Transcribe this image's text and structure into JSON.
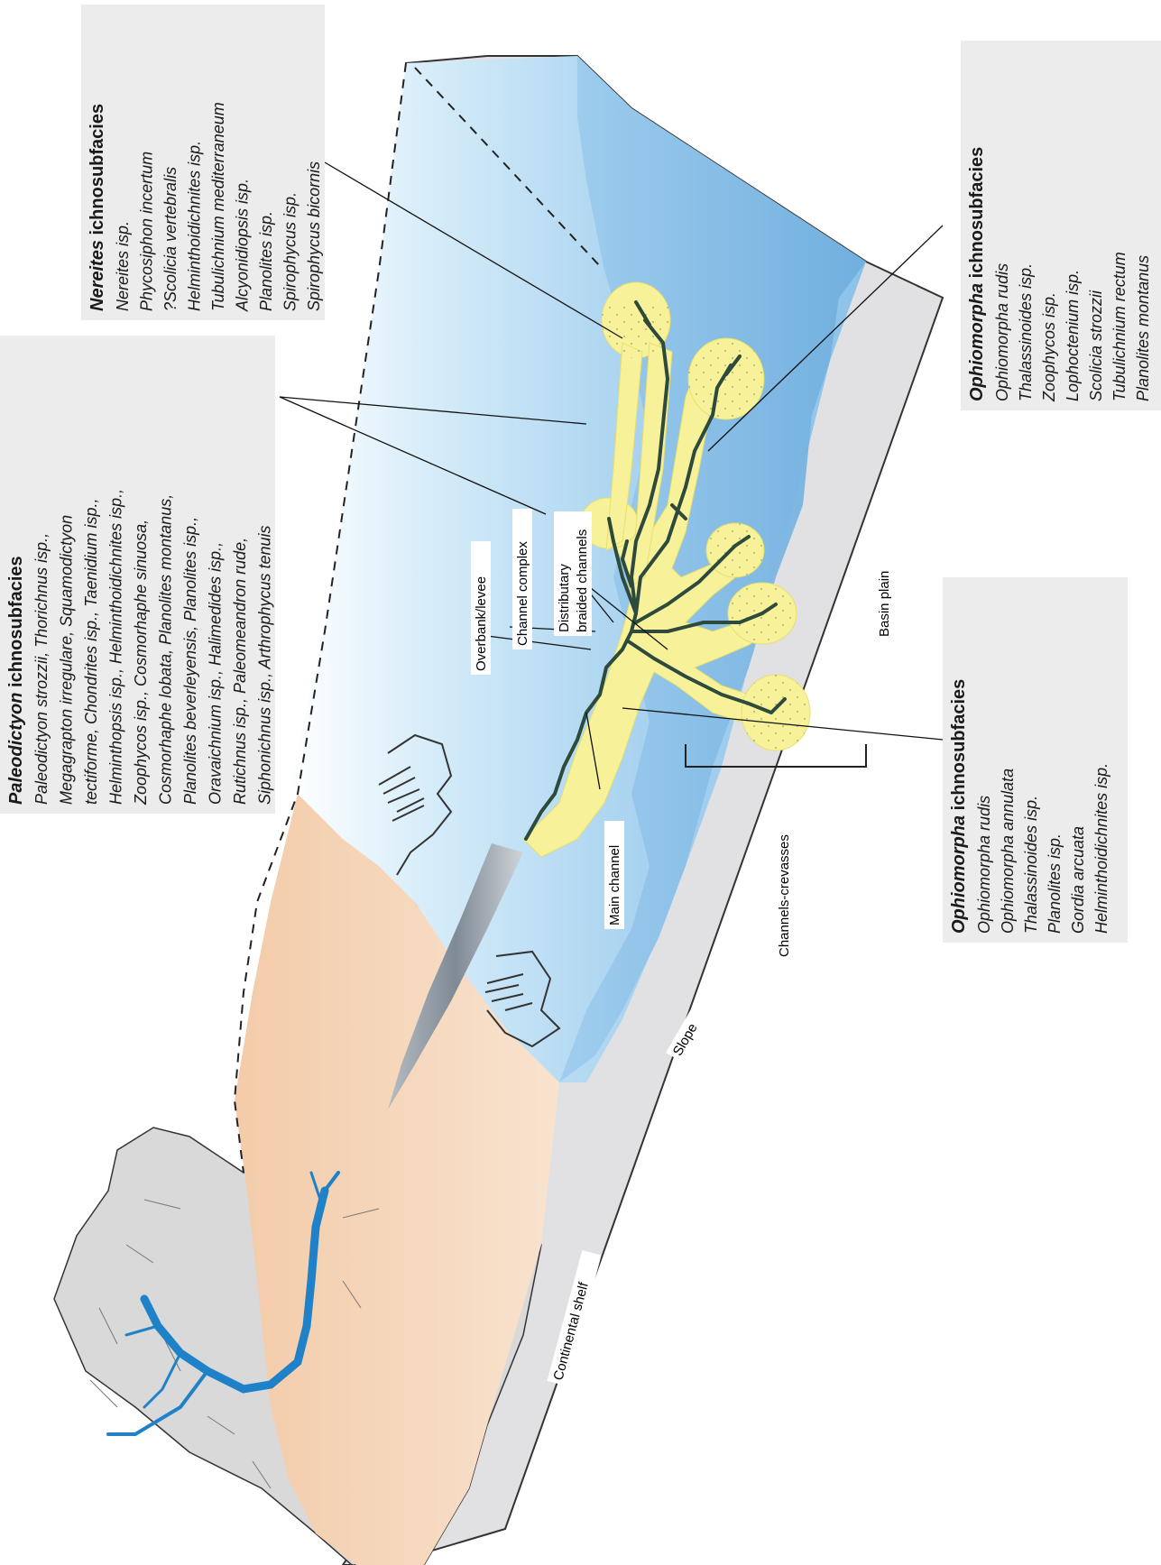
{
  "boxes": {
    "paleodictyon": {
      "title_italic": "Paleodictyon",
      "title_rest": " ichnosubfacies",
      "lines": [
        "Paleodictyon strozzii, Thorichnus isp.,",
        "Megagrapton irregulare, Squamodictyon",
        "tectiforme, Chondrites isp., Taenidium isp.,",
        "Helminthopsis isp., Helminthoidichnites isp.,",
        "Zoophycos isp., Cosmorhaphe sinuosa,",
        "Cosmorhaphe lobata, Planolites montanus,",
        "Planolites beverleyensis, Planolites isp.,",
        "Oravaichnium isp., Halimedides isp.,",
        "Rutichnus isp., Paleomeandron rude,",
        "Siphonichnus isp., Arthrophycus tenuis"
      ]
    },
    "nereites": {
      "title_italic": "Nereites",
      "title_rest": " ichnosubfacies",
      "lines": [
        "Nereites isp.",
        "Phycosiphon incertum",
        "?Scolicia vertebralis",
        "Helminthoidichnites isp.",
        "Tubulichnium mediterraneum",
        "Alcyonidiopsis isp.",
        "Planolites isp.",
        "Spirophycus isp.",
        "Spirophycus bicornis"
      ]
    },
    "ophiomorpha_top": {
      "title_italic": "Ophiomorpha",
      "title_rest": " ichnosubfacies",
      "lines": [
        "Ophiomorpha rudis",
        "Thalassinoides isp.",
        "Zoophycos isp.",
        "Lophoctenium isp.",
        "Scolicia strozzii",
        "Tubulichnium rectum",
        "Planolites montanus"
      ]
    },
    "ophiomorpha_bottom": {
      "title_italic": "Ophiomorpha",
      "title_rest": " ichnosubfacies",
      "lines": [
        "Ophiomorpha rudis",
        "Ophiomorpha annulata",
        "Thalassinoides isp.",
        "Planolites isp.",
        "Gordia arcuata",
        "Helminthoidichnites isp."
      ]
    }
  },
  "labels": {
    "overbank": "Overbank/levee",
    "channel_complex": "Channel complex",
    "distributary_1": "Distributary",
    "distributary_2": "braided channels",
    "main_channel": "Main channel",
    "channels_crevasses": "Channels-crevasses",
    "basin_plain": "Basin plain",
    "slope": "Slope",
    "continental_shelf": "Continental shelf"
  },
  "colors": {
    "deep_blue": "#7fb6e0",
    "light_blue": "#c9e6f7",
    "shelf_peach": "#f4d2b4",
    "land_grey": "#d9d9d9",
    "block_side": "#e0e0e2",
    "lobe_yellow": "#f7f29a",
    "channel_green": "#2e4a3c",
    "river_blue": "#1f82c8",
    "box_grey": "#ececec"
  }
}
